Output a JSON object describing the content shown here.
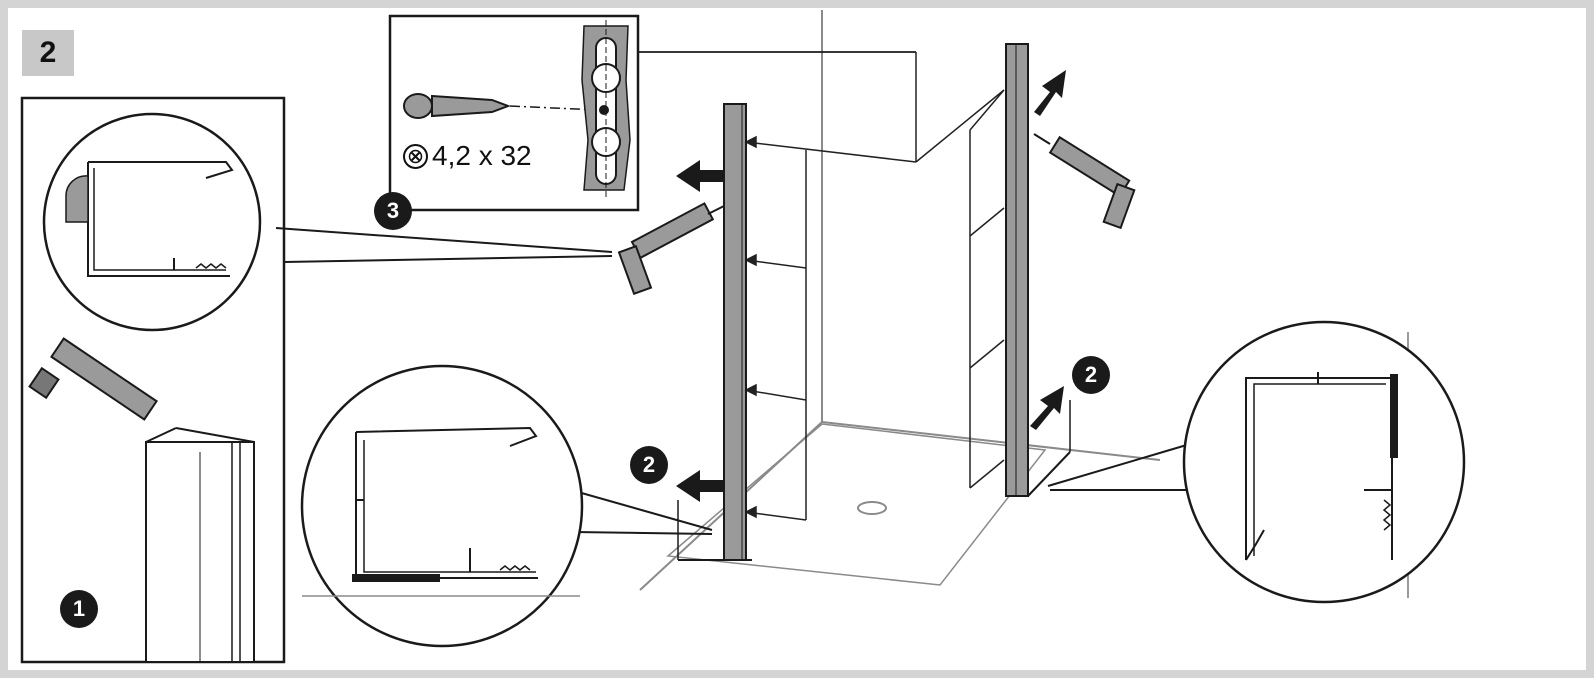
{
  "step_number": "2",
  "badges": {
    "sealant_step": "1",
    "profile_left": "2",
    "profile_right": "2",
    "screw_step": "3"
  },
  "screw_spec": "4,2 x 32",
  "colors": {
    "background": "#d4d4d4",
    "panel": "#ffffff",
    "profile_fill": "#9a9a9a",
    "line": "#1a1a1a",
    "floor_line": "#8a8a8a"
  }
}
